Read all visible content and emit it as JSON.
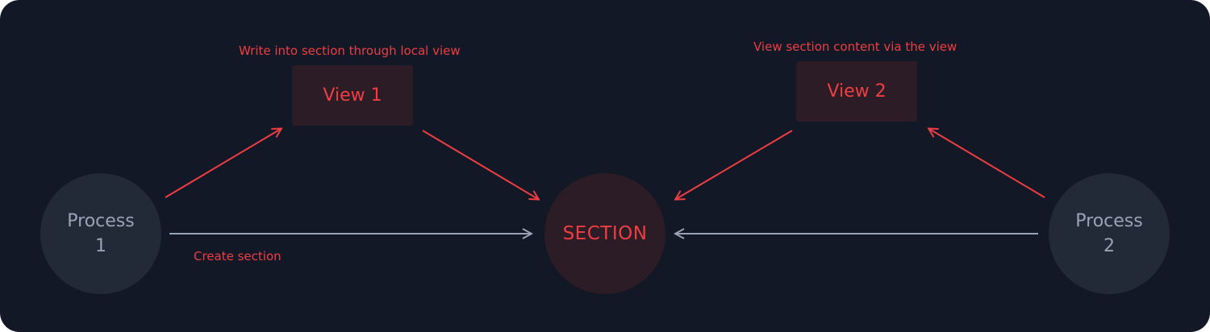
{
  "colors": {
    "background": "#121826",
    "process_fill": "#222a38",
    "process_text": "#9aa3b6",
    "accent": "#ee3e43",
    "accent_fill": "#2b1c25",
    "neutral_arrow": "#9aa3b6"
  },
  "nodes": {
    "process1": {
      "line1": "Process",
      "line2": "1"
    },
    "process2": {
      "line1": "Process",
      "line2": "2"
    },
    "section": {
      "label": "SECTION"
    },
    "view1": {
      "label": "View 1"
    },
    "view2": {
      "label": "View 2"
    }
  },
  "edge_labels": {
    "create_section": "Create section",
    "write_through_view": "Write into section through local view",
    "view_section_content": "View section content via the view"
  }
}
